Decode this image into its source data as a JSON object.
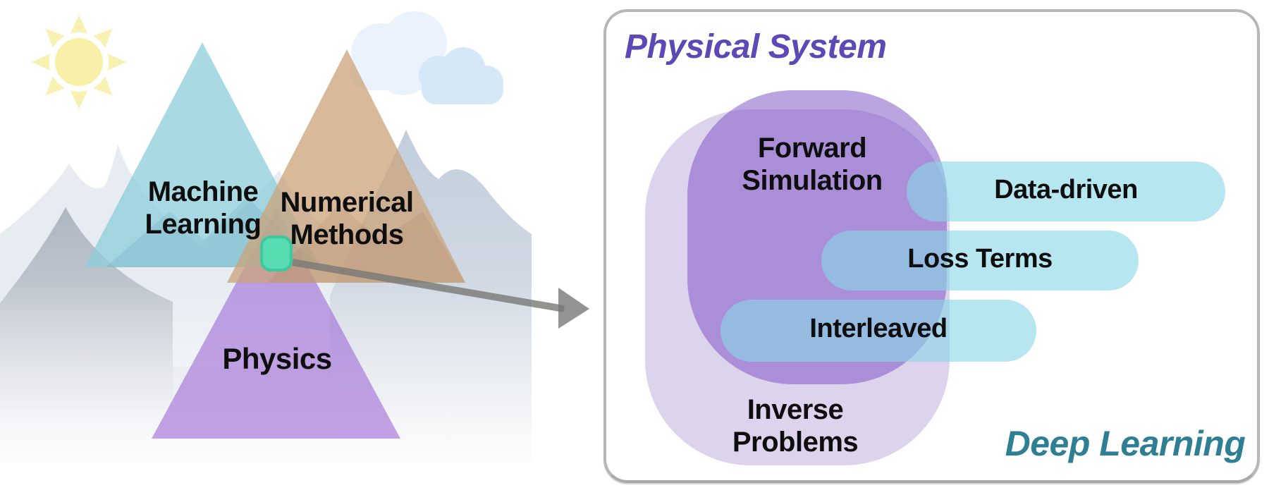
{
  "figure": {
    "description": "Concept figure: mountain scene of overlapping fields with zoom-in panel of physics-based deep learning methods"
  },
  "left_scene": {
    "labels": {
      "machine_learning": {
        "line1": "Machine",
        "line2": "Learning"
      },
      "numerical_methods": {
        "line1": "Numerical",
        "line2": "Methods"
      },
      "physics": "Physics"
    },
    "colors": {
      "machine_learning_triangle": "#a9d6e0",
      "numerical_methods_triangle": "#dcba9b",
      "physics_triangle": "#b79ade",
      "intersection_marker_fill": "#57dbb1",
      "intersection_marker_border": "#3cc79d",
      "sun": "#f8f0a8",
      "cloud_front": "#d6e8f7",
      "cloud_back": "#eaf3fb",
      "mountain_light": "#e7ecf2",
      "mountain_mid": "#c6d2df",
      "arrow": "#8d8d8a"
    }
  },
  "right_panel": {
    "title": "Physical System",
    "title_color": "#5c49b5",
    "corner_label": "Deep Learning",
    "corner_label_color": "#2e7f93",
    "regions": {
      "forward_simulation": {
        "line1": "Forward",
        "line2": "Simulation"
      },
      "inverse_problems": {
        "line1": "Inverse",
        "line2": "Problems"
      }
    },
    "pills": [
      {
        "label": "Data-driven"
      },
      {
        "label": "Loss Terms"
      },
      {
        "label": "Interleaved"
      }
    ],
    "colors": {
      "pill_cyan": "#b6e6f0",
      "blob_dark_purple": "#bba2e3",
      "blob_light_purple": "#ddd3ed",
      "panel_border": "#b7b7b7"
    }
  }
}
